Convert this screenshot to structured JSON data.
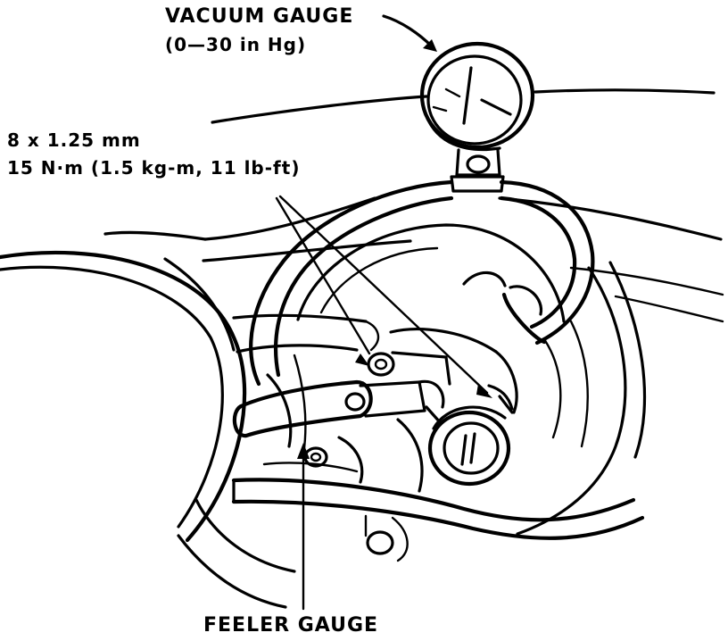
{
  "labels": {
    "vacuum_gauge_title": "VACUUM GAUGE",
    "vacuum_gauge_range": "(0—30 in Hg)",
    "bolt_size": "8 x 1.25 mm",
    "bolt_torque": "15 N·m (1.5 kg-m, 11 lb-ft)",
    "feeler_gauge": "FEELER GAUGE"
  },
  "colors": {
    "ink": "#000000",
    "background": "#ffffff"
  }
}
